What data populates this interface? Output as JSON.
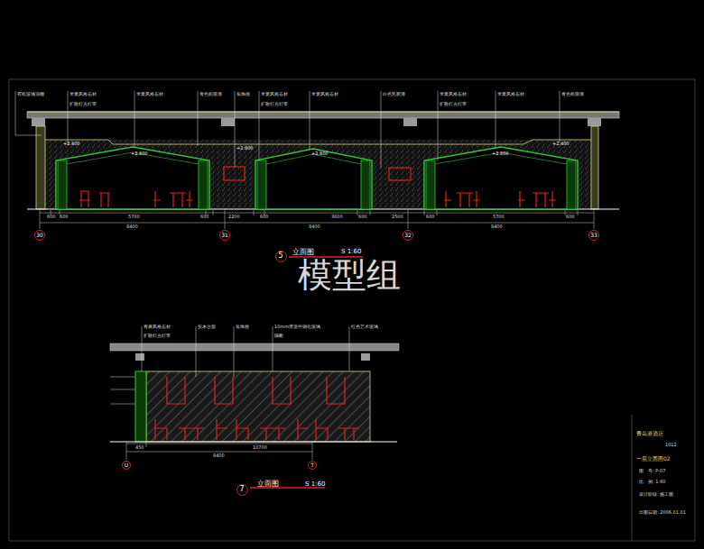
{
  "diagram": {
    "nodes": [
      {
        "text": [
          "30"
        ]
      },
      {
        "text": [
          "31"
        ]
      },
      {
        "text": [
          "32"
        ]
      },
      {
        "text": [
          "33"
        ]
      },
      {
        "text": [
          "5"
        ]
      },
      {
        "text": [
          "U"
        ]
      },
      {
        "text": [
          "T"
        ]
      },
      {
        "text": [
          "7"
        ]
      }
    ],
    "labels": [
      "有机玻璃顶棚",
      "米黄风格石材",
      "扩散灯光灯带",
      "米黄风格石材",
      "青色机喷漆",
      "装饰画",
      "米黄风格石材",
      "扩散灯光灯带",
      "米黄风格石材",
      "白色乳胶漆",
      "米黄风格石材",
      "扩散灯光灯带",
      "米黄风格石材",
      "青色机喷漆",
      "+2.400",
      "+2.800",
      "+2.800",
      "+2.800",
      "+2.800",
      "+2.400",
      "600",
      "600",
      "5700",
      "600",
      "2200",
      "600",
      "3600",
      "600",
      "2500",
      "600",
      "5700",
      "600",
      "8400",
      "8400",
      "8400",
      "立面图",
      "S 1:60",
      "模型组",
      "青麻风格石材",
      "扩散灯光灯带",
      "实木台面",
      "装饰画",
      "10mm厚室外钢化玻璃",
      "隔断",
      "红色艺术玻璃",
      "450",
      "10700",
      "8400",
      "立面图",
      "S 1:60",
      "青岛港酒店",
      "1012",
      "一层立面图02",
      "图　号: P-07",
      "比　例: 1:60",
      "设计阶段: 施工图",
      "出图日期: 2006.01.01"
    ]
  }
}
